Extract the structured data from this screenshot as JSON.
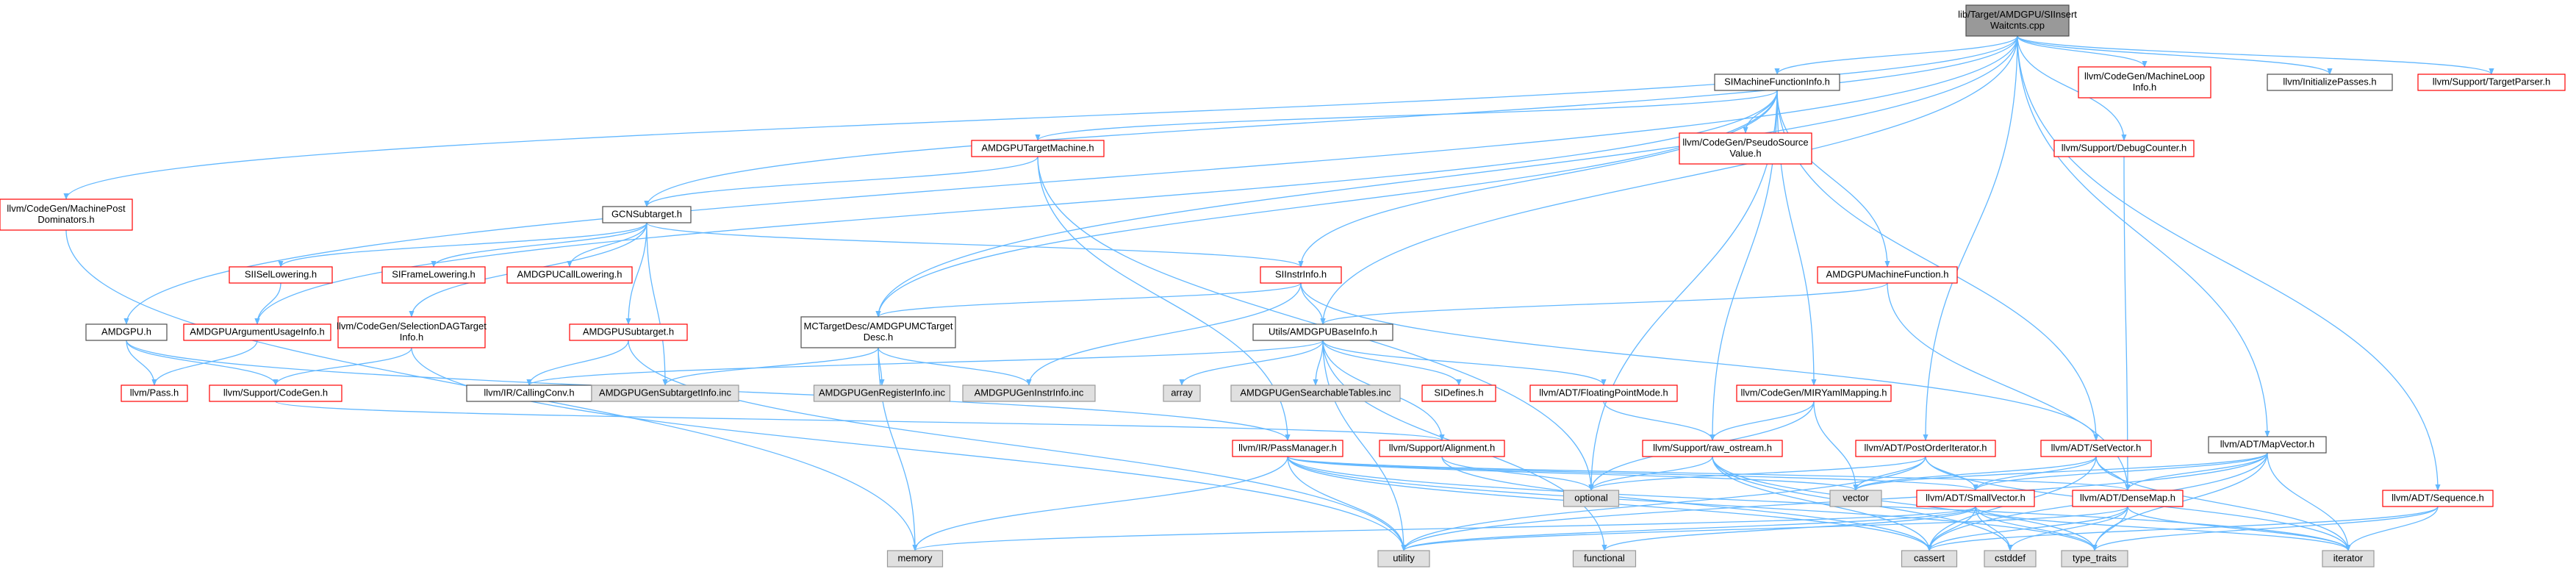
{
  "colors": {
    "root_fill": "#999999",
    "normal_fill": "#ffffff",
    "normal_stroke": "#4d4d4d",
    "red_stroke": "#ff0000",
    "red_text": "#ff0000",
    "sys_fill": "#e0e0e0",
    "sys_stroke": "#999999",
    "edge": "#63b8ff"
  },
  "nodes": [
    {
      "id": "root",
      "lines": [
        "lib/Target/AMDGPU/SIInsert",
        "Waitcnts.cpp"
      ],
      "kind": "root"
    },
    {
      "id": "simfi",
      "lines": [
        "SIMachineFunctionInfo.h"
      ],
      "kind": "normal"
    },
    {
      "id": "mlinfo",
      "lines": [
        "llvm/CodeGen/MachineLoop",
        "Info.h"
      ],
      "kind": "red"
    },
    {
      "id": "initpasses",
      "lines": [
        "llvm/InitializePasses.h"
      ],
      "kind": "normal"
    },
    {
      "id": "tparser",
      "lines": [
        "llvm/Support/TargetParser.h"
      ],
      "kind": "red"
    },
    {
      "id": "mpdom",
      "lines": [
        "llvm/CodeGen/MachinePost",
        "Dominators.h"
      ],
      "kind": "red"
    },
    {
      "id": "amdgputm",
      "lines": [
        "AMDGPUTargetMachine.h"
      ],
      "kind": "red"
    },
    {
      "id": "psv",
      "lines": [
        "llvm/CodeGen/PseudoSource",
        "Value.h"
      ],
      "kind": "red"
    },
    {
      "id": "dbgcounter",
      "lines": [
        "llvm/Support/DebugCounter.h"
      ],
      "kind": "red"
    },
    {
      "id": "gcnst",
      "lines": [
        "GCNSubtarget.h"
      ],
      "kind": "normal"
    },
    {
      "id": "siisel",
      "lines": [
        "SIISelLowering.h"
      ],
      "kind": "red"
    },
    {
      "id": "siframe",
      "lines": [
        "SIFrameLowering.h"
      ],
      "kind": "red"
    },
    {
      "id": "amdgpucall",
      "lines": [
        "AMDGPUCallLowering.h"
      ],
      "kind": "red"
    },
    {
      "id": "siinstr",
      "lines": [
        "SIInstrInfo.h"
      ],
      "kind": "red"
    },
    {
      "id": "amdgpumf",
      "lines": [
        "AMDGPUMachineFunction.h"
      ],
      "kind": "red"
    },
    {
      "id": "amdgpuh",
      "lines": [
        "AMDGPU.h"
      ],
      "kind": "normal"
    },
    {
      "id": "amdgpuarg",
      "lines": [
        "AMDGPUArgumentUsageInfo.h"
      ],
      "kind": "red"
    },
    {
      "id": "seldag",
      "lines": [
        "llvm/CodeGen/SelectionDAGTarget",
        "Info.h"
      ],
      "kind": "red"
    },
    {
      "id": "amdgpust",
      "lines": [
        "AMDGPUSubtarget.h"
      ],
      "kind": "red"
    },
    {
      "id": "mctd",
      "lines": [
        "MCTargetDesc/AMDGPUMCTarget",
        "Desc.h"
      ],
      "kind": "normal"
    },
    {
      "id": "baseinfo",
      "lines": [
        "Utils/AMDGPUBaseInfo.h"
      ],
      "kind": "normal"
    },
    {
      "id": "pass",
      "lines": [
        "llvm/Pass.h"
      ],
      "kind": "red"
    },
    {
      "id": "codegen",
      "lines": [
        "llvm/Support/CodeGen.h"
      ],
      "kind": "red"
    },
    {
      "id": "callconv",
      "lines": [
        "llvm/IR/CallingConv.h"
      ],
      "kind": "normal"
    },
    {
      "id": "gensubtarget",
      "lines": [
        "AMDGPUGenSubtargetInfo.inc"
      ],
      "kind": "sys"
    },
    {
      "id": "genreg",
      "lines": [
        "AMDGPUGenRegisterInfo.inc"
      ],
      "kind": "sys"
    },
    {
      "id": "geninstr",
      "lines": [
        "AMDGPUGenInstrInfo.inc"
      ],
      "kind": "sys"
    },
    {
      "id": "array",
      "lines": [
        "array"
      ],
      "kind": "sys"
    },
    {
      "id": "gensearch",
      "lines": [
        "AMDGPUGenSearchableTables.inc"
      ],
      "kind": "sys"
    },
    {
      "id": "sidefines",
      "lines": [
        "SIDefines.h"
      ],
      "kind": "red"
    },
    {
      "id": "fpmode",
      "lines": [
        "llvm/ADT/FloatingPointMode.h"
      ],
      "kind": "red"
    },
    {
      "id": "mirmap",
      "lines": [
        "llvm/CodeGen/MIRYamlMapping.h"
      ],
      "kind": "red"
    },
    {
      "id": "mapvec",
      "lines": [
        "llvm/ADT/MapVector.h"
      ],
      "kind": "normal"
    },
    {
      "id": "passmgr",
      "lines": [
        "llvm/IR/PassManager.h"
      ],
      "kind": "red"
    },
    {
      "id": "align",
      "lines": [
        "llvm/Support/Alignment.h"
      ],
      "kind": "red"
    },
    {
      "id": "rawos",
      "lines": [
        "llvm/Support/raw_ostream.h"
      ],
      "kind": "red"
    },
    {
      "id": "poiter",
      "lines": [
        "llvm/ADT/PostOrderIterator.h"
      ],
      "kind": "red"
    },
    {
      "id": "setvec",
      "lines": [
        "llvm/ADT/SetVector.h"
      ],
      "kind": "red"
    },
    {
      "id": "sequence",
      "lines": [
        "llvm/ADT/Sequence.h"
      ],
      "kind": "red"
    },
    {
      "id": "optional",
      "lines": [
        "optional"
      ],
      "kind": "sys"
    },
    {
      "id": "vector",
      "lines": [
        "vector"
      ],
      "kind": "sys"
    },
    {
      "id": "smallvec",
      "lines": [
        "llvm/ADT/SmallVector.h"
      ],
      "kind": "red"
    },
    {
      "id": "densemap",
      "lines": [
        "llvm/ADT/DenseMap.h"
      ],
      "kind": "red"
    },
    {
      "id": "memory",
      "lines": [
        "memory"
      ],
      "kind": "sys"
    },
    {
      "id": "utility",
      "lines": [
        "utility"
      ],
      "kind": "sys"
    },
    {
      "id": "functional",
      "lines": [
        "functional"
      ],
      "kind": "sys"
    },
    {
      "id": "cassert",
      "lines": [
        "cassert"
      ],
      "kind": "sys"
    },
    {
      "id": "cstddef",
      "lines": [
        "cstddef"
      ],
      "kind": "sys"
    },
    {
      "id": "typetraits",
      "lines": [
        "type_traits"
      ],
      "kind": "sys"
    },
    {
      "id": "iterator",
      "lines": [
        "iterator"
      ],
      "kind": "sys"
    }
  ],
  "edges": [
    [
      "root",
      "simfi"
    ],
    [
      "root",
      "mlinfo"
    ],
    [
      "root",
      "initpasses"
    ],
    [
      "root",
      "tparser"
    ],
    [
      "root",
      "mpdom"
    ],
    [
      "root",
      "dbgcounter"
    ],
    [
      "root",
      "gcnst"
    ],
    [
      "root",
      "amdgpuh"
    ],
    [
      "root",
      "mctd"
    ],
    [
      "root",
      "baseinfo"
    ],
    [
      "root",
      "poiter"
    ],
    [
      "root",
      "mapvec"
    ],
    [
      "root",
      "sequence"
    ],
    [
      "simfi",
      "amdgputm"
    ],
    [
      "simfi",
      "psv"
    ],
    [
      "simfi",
      "siinstr"
    ],
    [
      "simfi",
      "amdgpumf"
    ],
    [
      "simfi",
      "amdgpuarg"
    ],
    [
      "simfi",
      "mctd"
    ],
    [
      "simfi",
      "mirmap"
    ],
    [
      "simfi",
      "rawos"
    ],
    [
      "simfi",
      "setvec"
    ],
    [
      "simfi",
      "optional"
    ],
    [
      "amdgputm",
      "gcnst"
    ],
    [
      "amdgputm",
      "passmgr"
    ],
    [
      "amdgputm",
      "optional"
    ],
    [
      "gcnst",
      "siisel"
    ],
    [
      "gcnst",
      "siframe"
    ],
    [
      "gcnst",
      "amdgpucall"
    ],
    [
      "gcnst",
      "siinstr"
    ],
    [
      "gcnst",
      "amdgpust"
    ],
    [
      "gcnst",
      "seldag"
    ],
    [
      "gcnst",
      "gensubtarget"
    ],
    [
      "siisel",
      "amdgpuarg"
    ],
    [
      "amdgpuarg",
      "pass"
    ],
    [
      "amdgpuh",
      "pass"
    ],
    [
      "amdgpuh",
      "codegen"
    ],
    [
      "amdgpuh",
      "passmgr"
    ],
    [
      "seldag",
      "codegen"
    ],
    [
      "seldag",
      "utility"
    ],
    [
      "amdgpust",
      "callconv"
    ],
    [
      "amdgpust",
      "utility"
    ],
    [
      "siinstr",
      "mctd"
    ],
    [
      "siinstr",
      "baseinfo"
    ],
    [
      "siinstr",
      "geninstr"
    ],
    [
      "siinstr",
      "setvec"
    ],
    [
      "amdgpumf",
      "baseinfo"
    ],
    [
      "amdgpumf",
      "densemap"
    ],
    [
      "mctd",
      "gensubtarget"
    ],
    [
      "mctd",
      "genreg"
    ],
    [
      "mctd",
      "geninstr"
    ],
    [
      "mctd",
      "memory"
    ],
    [
      "baseinfo",
      "callconv"
    ],
    [
      "baseinfo",
      "array"
    ],
    [
      "baseinfo",
      "gensearch"
    ],
    [
      "baseinfo",
      "sidefines"
    ],
    [
      "baseinfo",
      "fpmode"
    ],
    [
      "baseinfo",
      "align"
    ],
    [
      "baseinfo",
      "utility"
    ],
    [
      "baseinfo",
      "functional"
    ],
    [
      "fpmode",
      "rawos"
    ],
    [
      "mirmap",
      "rawos"
    ],
    [
      "mirmap",
      "optional"
    ],
    [
      "mirmap",
      "vector"
    ],
    [
      "rawos",
      "optional"
    ],
    [
      "rawos",
      "cassert"
    ],
    [
      "rawos",
      "cstddef"
    ],
    [
      "rawos",
      "typetraits"
    ],
    [
      "codegen",
      "align"
    ],
    [
      "passmgr",
      "memory"
    ],
    [
      "passmgr",
      "utility"
    ],
    [
      "passmgr",
      "vector"
    ],
    [
      "passmgr",
      "densemap"
    ],
    [
      "passmgr",
      "smallvec"
    ],
    [
      "passmgr",
      "cassert"
    ],
    [
      "passmgr",
      "typetraits"
    ],
    [
      "passmgr",
      "iterator"
    ],
    [
      "align",
      "optional"
    ],
    [
      "align",
      "cassert"
    ],
    [
      "poiter",
      "smallvec"
    ],
    [
      "poiter",
      "optional"
    ],
    [
      "poiter",
      "vector"
    ],
    [
      "poiter",
      "iterator"
    ],
    [
      "poiter",
      "utility"
    ],
    [
      "setvec",
      "smallvec"
    ],
    [
      "setvec",
      "densemap"
    ],
    [
      "setvec",
      "cassert"
    ],
    [
      "setvec",
      "iterator"
    ],
    [
      "setvec",
      "vector"
    ],
    [
      "mapvec",
      "densemap"
    ],
    [
      "mapvec",
      "smallvec"
    ],
    [
      "mapvec",
      "vector"
    ],
    [
      "mapvec",
      "utility"
    ],
    [
      "mapvec",
      "cassert"
    ],
    [
      "mapvec",
      "iterator"
    ],
    [
      "mapvec",
      "typetraits"
    ],
    [
      "sequence",
      "cassert"
    ],
    [
      "sequence",
      "iterator"
    ],
    [
      "sequence",
      "typetraits"
    ],
    [
      "smallvec",
      "memory"
    ],
    [
      "smallvec",
      "utility"
    ],
    [
      "smallvec",
      "cassert"
    ],
    [
      "smallvec",
      "cstddef"
    ],
    [
      "smallvec",
      "functional"
    ],
    [
      "smallvec",
      "iterator"
    ],
    [
      "smallvec",
      "typetraits"
    ],
    [
      "densemap",
      "utility"
    ],
    [
      "densemap",
      "cassert"
    ],
    [
      "densemap",
      "cstddef"
    ],
    [
      "densemap",
      "iterator"
    ],
    [
      "densemap",
      "typetraits"
    ],
    [
      "mpdom",
      "memory"
    ],
    [
      "dbgcounter",
      "densemap"
    ]
  ]
}
